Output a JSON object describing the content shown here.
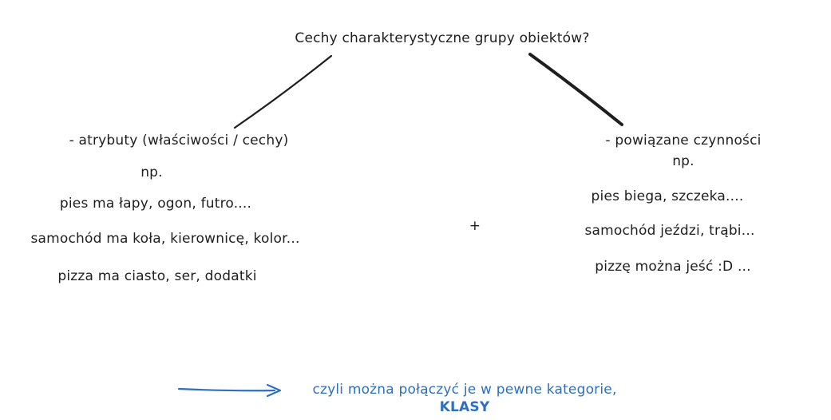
{
  "title": "Cechy charakterystyczne grupy obiektów?",
  "left": {
    "heading": "- atrybuty (właściwości / cechy)",
    "np": "np.",
    "examples": [
      "pies ma łapy, ogon, futro....",
      "samochód ma koła, kierownicę, kolor...",
      "pizza ma ciasto, ser, dodatki"
    ]
  },
  "middle": {
    "plus": "+"
  },
  "right": {
    "heading": "- powiązane czynności",
    "np": "np.",
    "examples": [
      "pies biega, szczeka....",
      "samochód jeździ, trąbi...",
      "pizzę można jeść :D ..."
    ]
  },
  "bottom": {
    "line1": "czyli można połączyć je w pewne kategorie,",
    "line2": "KLASY"
  },
  "colors": {
    "ink": "#1e1e1e",
    "accent": "#2f6fbf"
  }
}
